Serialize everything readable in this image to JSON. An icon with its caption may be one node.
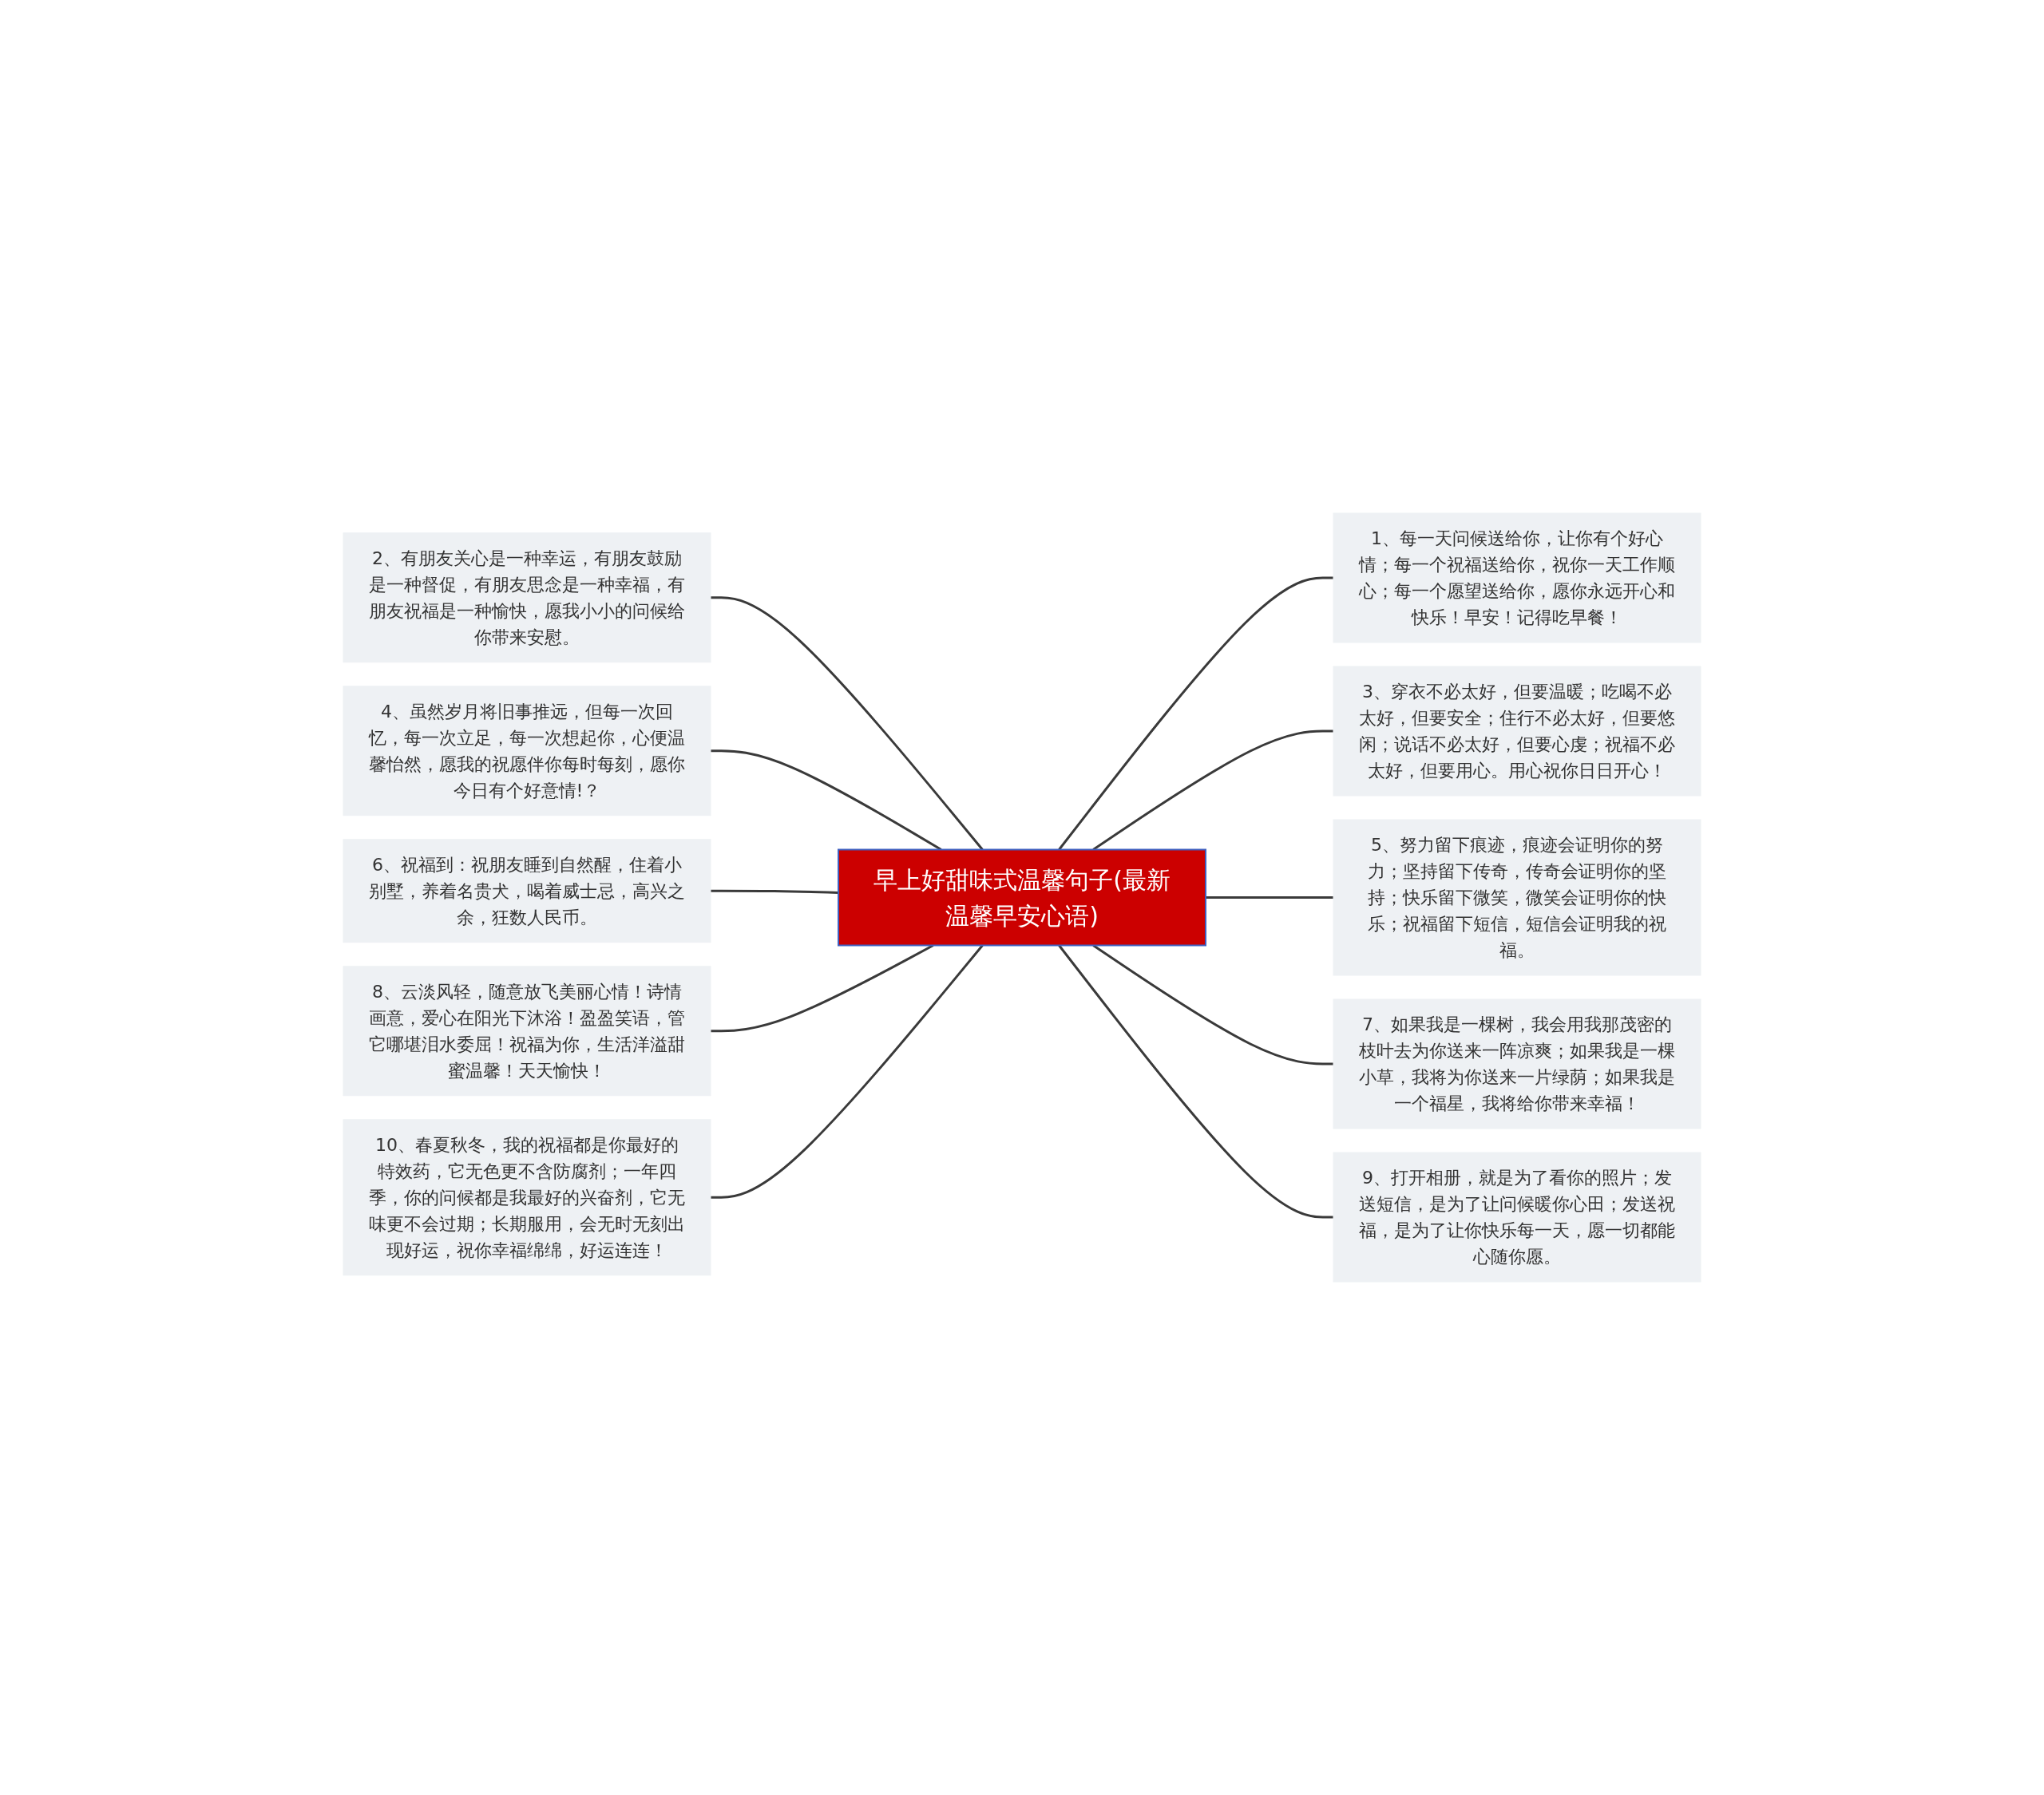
{
  "diagram": {
    "nodes": [
      {
        "text": [
          "早上好甜味式温馨句子(最新温馨早安心语)"
        ]
      },
      {
        "text": [
          "1、每一天问候送给你，让你有个好心情；每一个祝福送给你，祝你一天工作顺心；每一个愿望送给你，愿你永远开心和快乐！早安！记得吃早餐！"
        ]
      },
      {
        "text": [
          "2、有朋友关心是一种幸运，有朋友鼓励是一种督促，有朋友思念是一种幸福，有朋友祝福是一种愉快，愿我小小的问候给你带来安慰。"
        ]
      },
      {
        "text": [
          "3、穿衣不必太好，但要温暖；吃喝不必太好，但要安全；住行不必太好，但要悠闲；说话不必太好，但要心虔；祝福不必太好，但要用心。用心祝你日日开心！"
        ]
      },
      {
        "text": [
          "4、虽然岁月将旧事推远，但每一次回忆，每一次立足，每一次想起你，心便温馨怡然，愿我的祝愿伴你每时每刻，愿你今日有个好意情!？"
        ]
      },
      {
        "text": [
          "5、努力留下痕迹，痕迹会证明你的努力；坚持留下传奇，传奇会证明你的坚持；快乐留下微笑，微笑会证明你的快乐；祝福留下短信，短信会证明我的祝福。"
        ]
      },
      {
        "text": [
          "6、祝福到：祝朋友睡到自然醒，住着小别墅，养着名贵犬，喝着威士忌，高兴之余，狂数人民币。"
        ]
      },
      {
        "text": [
          "7、如果我是一棵树，我会用我那茂密的枝叶去为你送来一阵凉爽；如果我是一棵小草，我将为你送来一片绿荫；如果我是一个福星，我将给你带来幸福！"
        ]
      },
      {
        "text": [
          "8、云淡风轻，随意放飞美丽心情！诗情画意，爱心在阳光下沐浴！盈盈笑语，管它哪堪泪水委屈！祝福为你，生活洋溢甜蜜温馨！天天愉快！"
        ]
      },
      {
        "text": [
          "9、打开相册，就是为了看你的照片；发送短信，是为了让问候暖你心田；发送祝福，是为了让你快乐每一天，愿一切都能心随你愿。"
        ]
      },
      {
        "text": [
          "10、春夏秋冬，我的祝福都是你最好的特效药，它无色更不含防腐剂；一年四季，你的问候都是我最好的兴奋剂，它无味更不会过期；长期服用，会无时无刻出现好运，祝你幸福绵绵，好运连连！"
        ]
      }
    ],
    "edges": [
      {
        "from": 0,
        "to": 1,
        "arrow": "none"
      },
      {
        "from": 2,
        "to": 0,
        "arrow": "none"
      },
      {
        "from": 0,
        "to": 3,
        "arrow": "none"
      },
      {
        "from": 4,
        "to": 0,
        "arrow": "none"
      },
      {
        "from": 0,
        "to": 5,
        "arrow": "none"
      },
      {
        "from": 6,
        "to": 0,
        "arrow": "none"
      },
      {
        "from": 0,
        "to": 7,
        "arrow": "none"
      },
      {
        "from": 8,
        "to": 0,
        "arrow": "none"
      },
      {
        "from": 0,
        "to": 9,
        "arrow": "none"
      },
      {
        "from": 10,
        "to": 0,
        "arrow": "none"
      }
    ]
  }
}
